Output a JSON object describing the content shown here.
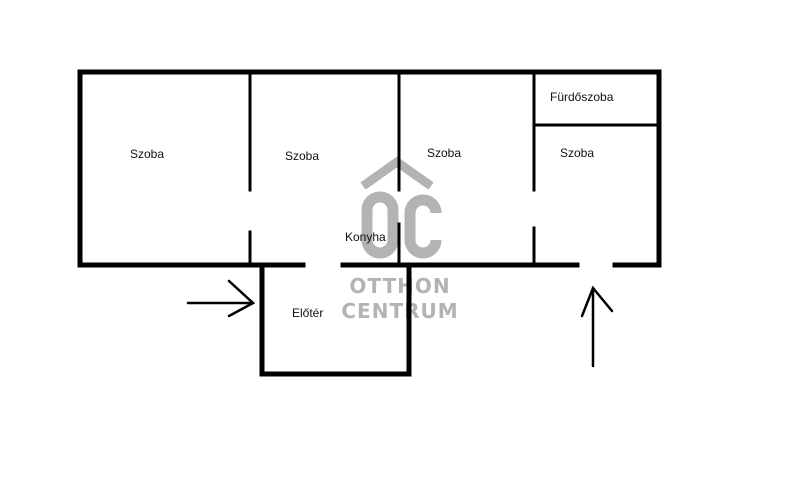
{
  "rooms": {
    "room1": "Szoba",
    "room2": "Szoba",
    "room3": "Szoba",
    "bathroom": "Fürdőszoba",
    "room4": "Szoba",
    "kitchen": "Konyha",
    "hall": "Előtér"
  },
  "watermark": {
    "logo": "ÔC",
    "line1": "OTTHON",
    "line2": "CENTRUM"
  },
  "colors": {
    "wall": "#000000",
    "watermark": "#b3b3b3"
  }
}
